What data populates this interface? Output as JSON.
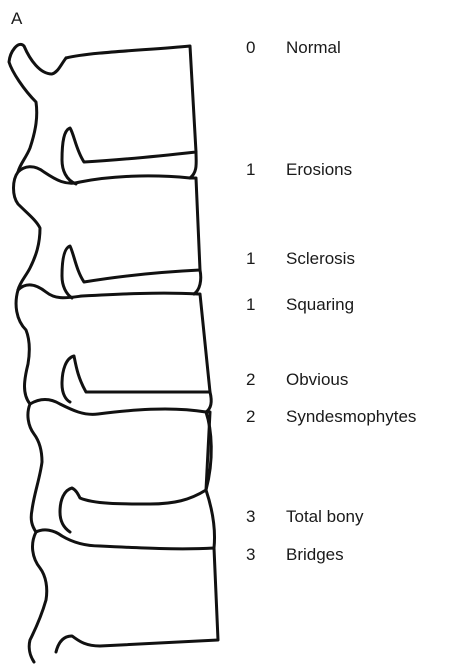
{
  "panel_label": "A",
  "scale": [
    {
      "grade": "0",
      "term": "Normal"
    },
    {
      "grade": "1",
      "term": "Erosions"
    },
    {
      "grade": "1",
      "term": "Sclerosis"
    },
    {
      "grade": "1",
      "term": "Squaring"
    },
    {
      "grade": "2",
      "term": "Obvious"
    },
    {
      "grade": "2",
      "term": "Syndesmophytes"
    },
    {
      "grade": "3",
      "term": "Total bony"
    },
    {
      "grade": "3",
      "term": "Bridges"
    }
  ],
  "colors": {
    "line": "#111111",
    "background": "#ffffff",
    "text": "#1a1a1a"
  }
}
